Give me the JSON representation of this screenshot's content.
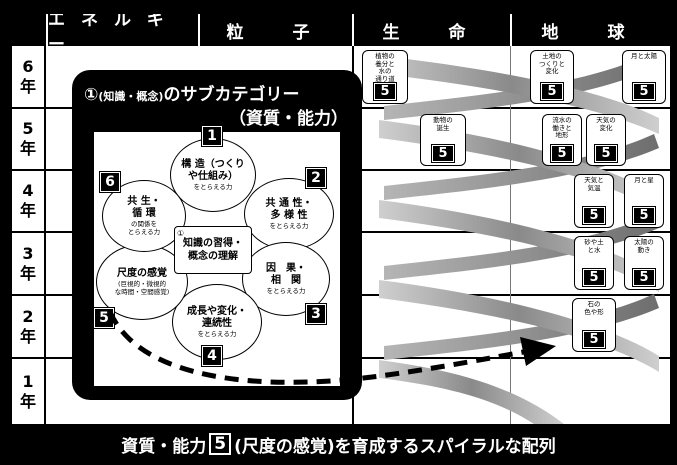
{
  "headers": [
    "エネルギー",
    "粒　子",
    "生　命",
    "地　球"
  ],
  "years": [
    {
      "num": "6",
      "label": "年"
    },
    {
      "num": "5",
      "label": "年"
    },
    {
      "num": "4",
      "label": "年"
    },
    {
      "num": "3",
      "label": "年"
    },
    {
      "num": "2",
      "label": "年"
    },
    {
      "num": "1",
      "label": "年"
    }
  ],
  "units": [
    {
      "title": "植物の\n養分と\n水の\n通り道",
      "num": "5"
    },
    {
      "title": "土地の\nつくりと\n変化",
      "num": "5"
    },
    {
      "title": "月と太陽",
      "num": "5"
    },
    {
      "title": "動物の\n誕生",
      "num": "5"
    },
    {
      "title": "流水の\n働きと\n地形",
      "num": "5"
    },
    {
      "title": "天気の\n変化",
      "num": "5"
    },
    {
      "title": "天気と\n気温",
      "num": "5"
    },
    {
      "title": "月と星",
      "num": "5"
    },
    {
      "title": "砂や土\nと水",
      "num": "5"
    },
    {
      "title": "太陽の\n動き",
      "num": "5"
    },
    {
      "title": "石の\n色や形",
      "num": "5"
    }
  ],
  "panel": {
    "title_prefix": "①",
    "title_paren": "(知識・概念)",
    "title_main": "のサブカテゴリー",
    "title_line2": "（資質・能力）",
    "center_num": "①",
    "center_line1": "知識の習得・",
    "center_line2": "概念の理解",
    "petals": [
      {
        "badge": "1",
        "main": "構 造（つくり\nや仕組み）",
        "sub": "をとらえる力"
      },
      {
        "badge": "2",
        "main": "共 通 性・\n多 様 性",
        "sub": "をとらえる力"
      },
      {
        "badge": "3",
        "main": "因　果・\n相　関",
        "sub": "をとらえる力"
      },
      {
        "badge": "4",
        "main": "成長や変化・\n連続性",
        "sub": "をとらえる力"
      },
      {
        "badge": "5",
        "main": "尺度の感覚",
        "sub": "(巨視的・微視的\nな時間・空間感覚)"
      },
      {
        "badge": "6",
        "main": "共 生・\n循 環",
        "sub": "の関係を\nとらえる力"
      }
    ]
  },
  "caption": {
    "before": "資質・能力",
    "num": "5",
    "after": "(尺度の感覚)を育成するスパイラルな配列"
  },
  "colors": {
    "background": "#000000",
    "foreground": "#ffffff",
    "spiral": "#9a9a9a"
  }
}
